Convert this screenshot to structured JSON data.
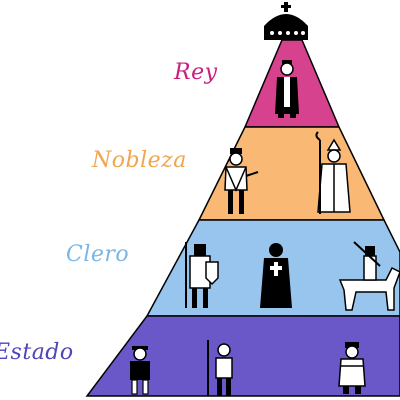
{
  "tiers": [
    {
      "label": "Rey",
      "color": "#d7428f",
      "text_color": "#c7207f"
    },
    {
      "label": "Nobleza",
      "color": "#f9b874",
      "text_color": "#f0a64f"
    },
    {
      "label": "Clero",
      "color": "#98c5ee",
      "text_color": "#79b6e6"
    },
    {
      "label": "Estado",
      "color": "#6a57c8",
      "text_color": "#4f44b8"
    }
  ],
  "icons": [
    "crown-icon",
    "king-icon",
    "noble-icon",
    "bishop-icon",
    "knight-icon",
    "monk-icon",
    "mounted-knight-icon",
    "peasant-icon",
    "laborer-icon",
    "merchant-icon"
  ]
}
